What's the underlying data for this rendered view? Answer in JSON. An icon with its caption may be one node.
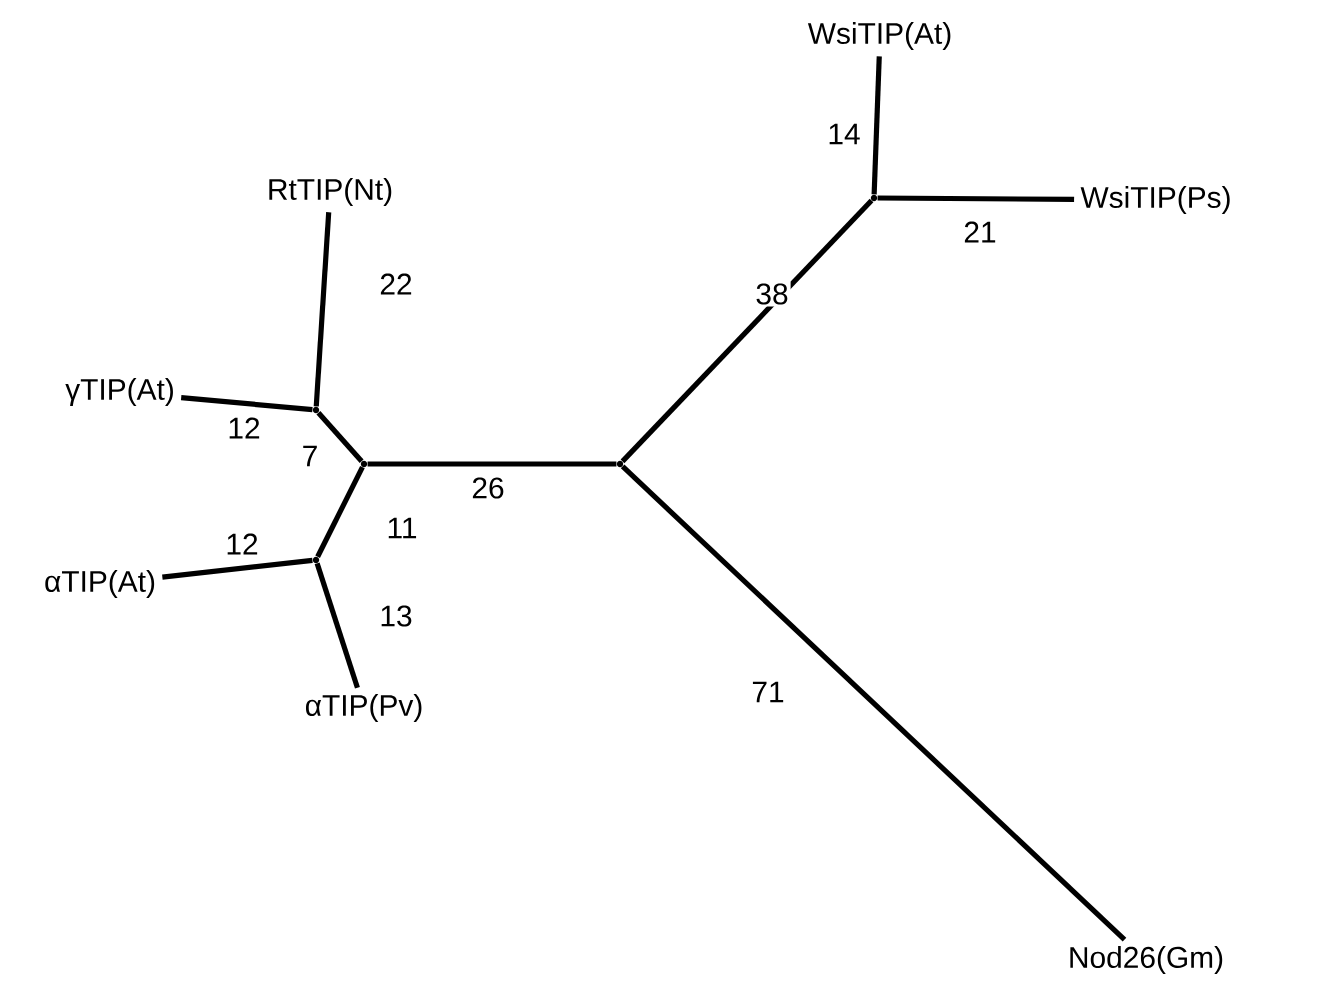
{
  "diagram": {
    "nodes": [
      {
        "text": [
          "WsiTIP(At)"
        ]
      },
      {
        "text": [
          "WsiTIP(Ps)"
        ]
      },
      {
        "text": [
          "RtTIP(Nt)"
        ]
      },
      {
        "text": [
          "γTIP(At)"
        ]
      },
      {
        "text": [
          "αTIP(At)"
        ]
      },
      {
        "text": [
          "αTIP(Pv)"
        ]
      },
      {
        "text": [
          "Nod26(Gm)"
        ]
      },
      {
        "text": [],
        "shape": "point"
      },
      {
        "text": [],
        "shape": "point"
      },
      {
        "text": [],
        "shape": "point"
      },
      {
        "text": [],
        "shape": "point"
      },
      {
        "text": [],
        "shape": "point"
      }
    ],
    "edges": [
      {
        "from": 7,
        "to": 0,
        "arrow": "none",
        "label": "14"
      },
      {
        "from": 7,
        "to": 1,
        "arrow": "none",
        "label": "21"
      },
      {
        "from": 8,
        "to": 7,
        "arrow": "none",
        "label": "38"
      },
      {
        "from": 8,
        "to": 6,
        "arrow": "none",
        "label": "71"
      },
      {
        "from": 10,
        "to": 8,
        "arrow": "none",
        "label": "26"
      },
      {
        "from": 9,
        "to": 2,
        "arrow": "none",
        "label": "22"
      },
      {
        "from": 9,
        "to": 3,
        "arrow": "none",
        "label": "12"
      },
      {
        "from": 10,
        "to": 9,
        "arrow": "none",
        "label": "7"
      },
      {
        "from": 10,
        "to": 11,
        "arrow": "none",
        "label": "11"
      },
      {
        "from": 11,
        "to": 4,
        "arrow": "none",
        "label": "12"
      },
      {
        "from": 11,
        "to": 5,
        "arrow": "none",
        "label": "13"
      }
    ]
  }
}
